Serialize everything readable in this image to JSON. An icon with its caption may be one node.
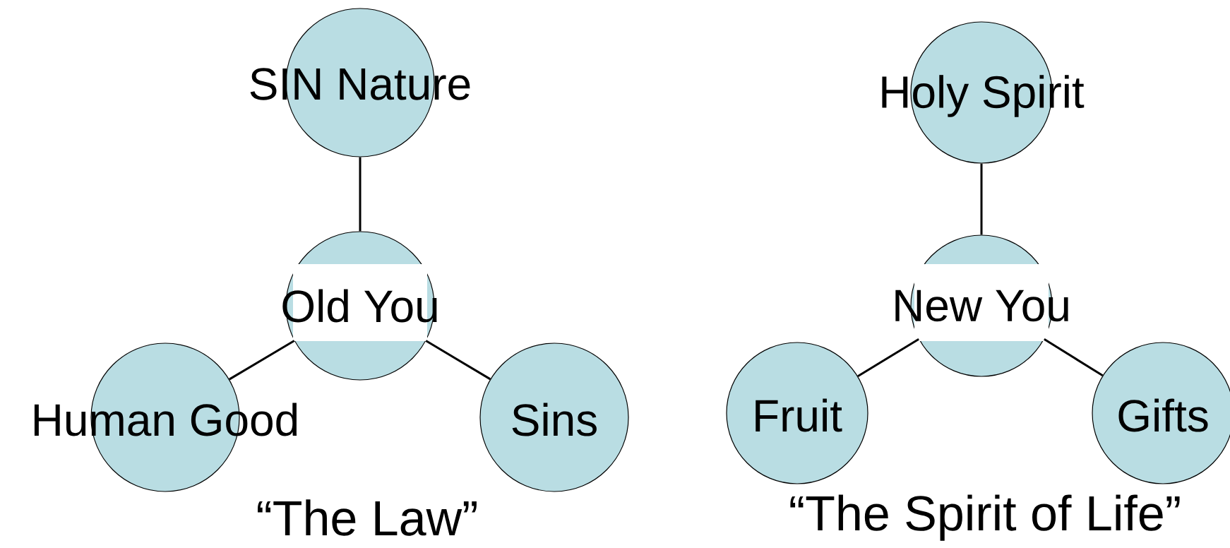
{
  "diagram": {
    "nodes": [
      {
        "text": [
          "SIN Nature"
        ]
      },
      {
        "text": [
          "Old You"
        ]
      },
      {
        "text": [
          "Human Good"
        ]
      },
      {
        "text": [
          "Sins"
        ]
      },
      {
        "text": [
          "Holy Spirit"
        ]
      },
      {
        "text": [
          "New You"
        ]
      },
      {
        "text": [
          "Fruit"
        ]
      },
      {
        "text": [
          "Gifts"
        ]
      }
    ],
    "edges": [
      {
        "from": 0,
        "to": 1,
        "arrow": "none"
      },
      {
        "from": 1,
        "to": 2,
        "arrow": "none"
      },
      {
        "from": 1,
        "to": 3,
        "arrow": "none"
      },
      {
        "from": 4,
        "to": 5,
        "arrow": "none"
      },
      {
        "from": 5,
        "to": 6,
        "arrow": "none"
      },
      {
        "from": 5,
        "to": 7,
        "arrow": "none"
      }
    ],
    "labels": [
      "“The Law”",
      "“The Spirit of Life”"
    ]
  }
}
